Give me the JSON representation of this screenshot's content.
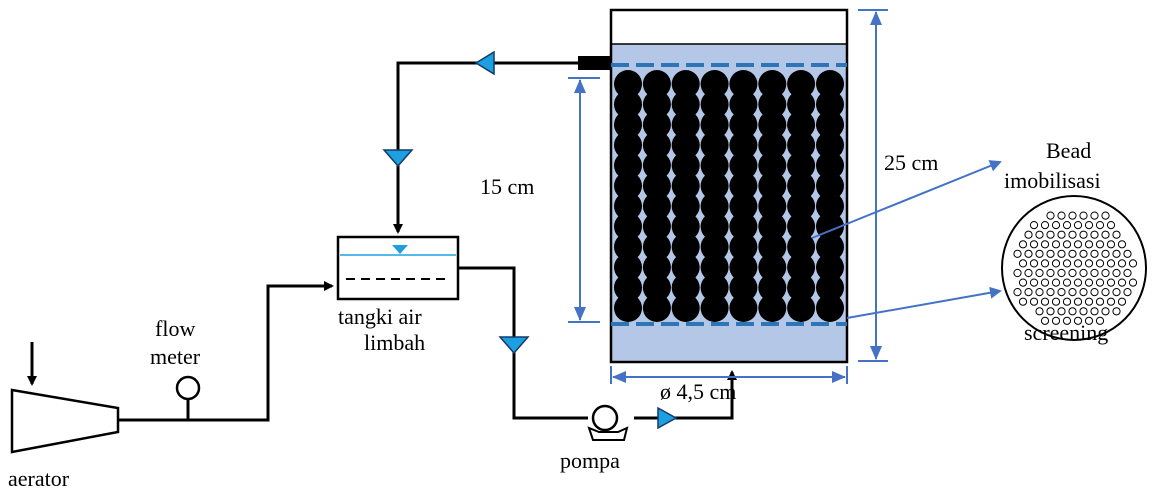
{
  "labels": {
    "aerator": "aerator",
    "flow_meter_1": "flow",
    "flow_meter_2": "meter",
    "tank_1": "tangki air",
    "tank_2": "limbah",
    "pump": "pompa",
    "diameter": "ø 4,5 cm",
    "height_bed": "15 cm",
    "height_column": "25 cm",
    "bead_1": "Bead",
    "bead_2": "imobilisasi",
    "screening": "screening"
  },
  "colors": {
    "line": "#000000",
    "flow_arrow": "#1ea0e0",
    "dimension": "#4472c4",
    "liquid": "#b4c7e7",
    "screen_dash": "#2e75b6",
    "bead": "#000000"
  },
  "bead_grid": {
    "rows": 12,
    "cols": 8
  }
}
